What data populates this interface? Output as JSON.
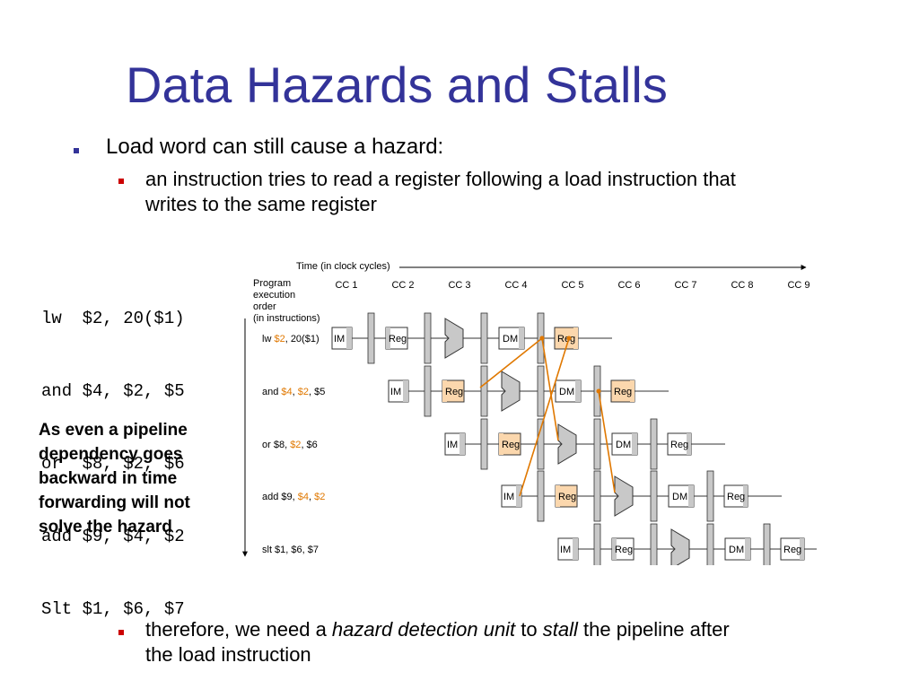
{
  "title": "Data Hazards and Stalls",
  "bullets": {
    "level1": "Load word can still cause a hazard:",
    "level2_line1": "an instruction tries to read a register following a load instruction that",
    "level2_line2": "writes to the same register",
    "level3_part1": "therefore, we need a ",
    "level3_em1": "hazard detection unit",
    "level3_part2": " to ",
    "level3_em2": "stall",
    "level3_part3": " the pipeline after",
    "level3_line2": "the load instruction"
  },
  "code": [
    "lw  $2, 20($1)",
    "and $4, $2, $5",
    "or  $8, $2, $6",
    "add $9, $4, $2",
    "Slt $1, $6, $7"
  ],
  "note": [
    "As even a pipeline",
    "dependency goes",
    "backward in time",
    "forwarding will not",
    "solve the hazard"
  ],
  "diagram": {
    "time_label": "Time (in clock cycles)",
    "order_label": [
      "Program",
      "execution",
      "order",
      "(in instructions)"
    ],
    "clock_cycles": [
      "CC 1",
      "CC 2",
      "CC 3",
      "CC 4",
      "CC 5",
      "CC 6",
      "CC 7",
      "CC 8",
      "CC 9"
    ],
    "stage_labels": {
      "im": "IM",
      "reg": "Reg",
      "dm": "DM"
    },
    "instructions": [
      {
        "parts": [
          {
            "t": "lw "
          },
          {
            "t": "$2",
            "hl": true
          },
          {
            "t": ", 20($1)"
          }
        ]
      },
      {
        "parts": [
          {
            "t": "and "
          },
          {
            "t": "$4",
            "hl": true
          },
          {
            "t": ", "
          },
          {
            "t": "$2",
            "hl": true
          },
          {
            "t": ", $5"
          }
        ]
      },
      {
        "parts": [
          {
            "t": "or $8, "
          },
          {
            "t": "$2",
            "hl": true
          },
          {
            "t": ", $6"
          }
        ]
      },
      {
        "parts": [
          {
            "t": "add $9, "
          },
          {
            "t": "$4",
            "hl": true
          },
          {
            "t": ", "
          },
          {
            "t": "$2",
            "hl": true
          }
        ]
      },
      {
        "parts": [
          {
            "t": "slt $1, $6, $7"
          }
        ]
      }
    ],
    "colors": {
      "title": "#333399",
      "bullet_l1": "#333399",
      "bullet_l2": "#cc0000",
      "highlight": "#e07800",
      "highlight_fill": "#fbd7ad",
      "latch": "#c8c8c8",
      "stroke": "#333333"
    }
  }
}
